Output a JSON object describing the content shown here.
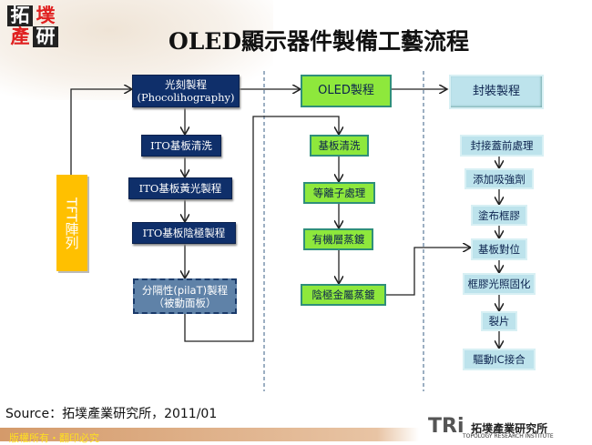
{
  "logo": {
    "chars": [
      "拓",
      "墣",
      "產",
      "研"
    ]
  },
  "title": "OLED顯示器件製備工藝流程",
  "tft": "TFT陣列",
  "left": {
    "photo": "光刻製程",
    "photo_sub": "(Phocolihography)",
    "steps": [
      "ITO基板清洗",
      "ITO基板黃光製程",
      "ITO基板陰極製程"
    ],
    "separator": "分隔性(pilaT)製程",
    "separator_sub": "（被動面板）"
  },
  "middle": {
    "header": "OLED製程",
    "steps": [
      "基板清洗",
      "等離子處理",
      "有機層蒸鍍",
      "陰極金屬蒸鍍"
    ]
  },
  "right": {
    "header": "封裝製程",
    "steps": [
      "封接蓋前處理",
      "添加吸強劑",
      "塗布框膠",
      "基板對位",
      "框膠光照固化",
      "裂片",
      "驅動IC接合"
    ]
  },
  "footer": {
    "source": "Source：拓墣產業研究所，2011/01",
    "copyright": "版權所有・翻印必究",
    "brand": "TRi",
    "brand_cn": "拓墣產業研究所",
    "brand_en": "TOPOLOGY RESEARCH INSTITUTE"
  },
  "colors": {
    "dark": "#0f2f6a",
    "green": "#8ee83c",
    "blue": "#bde3ec",
    "tft": "#ffc000"
  }
}
